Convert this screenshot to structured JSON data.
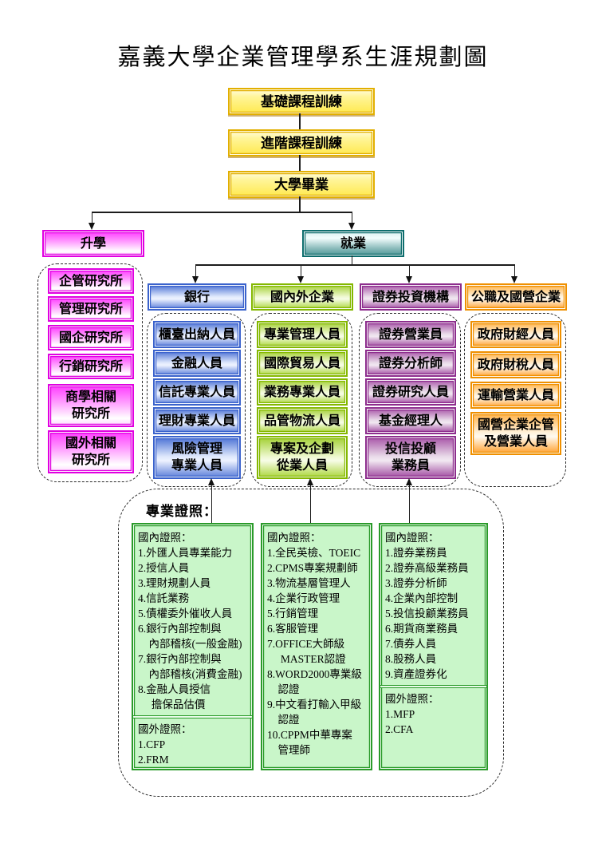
{
  "title": "嘉義大學企業管理學系生涯規劃圖",
  "colors": {
    "yellow_border": "#e2af00",
    "magenta_border": "#e100e1",
    "teal_border": "#0d6d6d",
    "blue_border": "#3a62cc",
    "green_border": "#84b800",
    "purple_border": "#8d2d8d",
    "orange_border": "#ef9000",
    "certificate_green": "#2a9b2a"
  },
  "training_flow": [
    "基礎課程訓練",
    "進階課程訓練",
    "大學畢業"
  ],
  "paths": {
    "further_study": "升學",
    "employment": "就業"
  },
  "further_study_options": [
    "企管研究所",
    "管理研究所",
    "國企研究所",
    "行銷研究所",
    "商學相關\n研究所",
    "國外相關\n研究所"
  ],
  "employment_sectors": [
    {
      "name": "銀行",
      "jobs": [
        "櫃臺出納人員",
        "金融人員",
        "信託專業人員",
        "理財專業人員",
        "風險管理\n專業人員"
      ]
    },
    {
      "name": "國內外企業",
      "jobs": [
        "專業管理人員",
        "國際貿易人員",
        "業務專業人員",
        "品管物流人員",
        "專案及企劃\n從業人員"
      ]
    },
    {
      "name": "證券投資機構",
      "jobs": [
        "證券營業員",
        "證券分析師",
        "證券研究人員",
        "基金經理人",
        "投信投顧\n業務員"
      ]
    },
    {
      "name": "公職及國營企業",
      "jobs": [
        "政府財經人員",
        "政府財稅人員",
        "運輸營業人員",
        "國營企業企管\n及營業人員"
      ]
    }
  ],
  "certificates": {
    "section_label": "專業證照：",
    "boxes": [
      {
        "domestic_title": "國內證照：",
        "domestic": [
          "1.外匯人員專業能力",
          "2.授信人員",
          "3.理財規劃人員",
          "4.信託業務",
          "5.債權委外催收人員",
          "6.銀行內部控制與\n　內部稽核(一般金融)",
          "7.銀行內部控制與\n　內部稽核(消費金融)",
          "8.金融人員授信\n　 擔保品估價"
        ],
        "foreign_title": "國外證照：",
        "foreign": [
          "1.CFP",
          "2.FRM"
        ]
      },
      {
        "domestic_title": "國內證照：",
        "domestic": [
          "1.全民英檢、TOEIC",
          "2.CPMS專案規劃師",
          "3.物流基層管理人",
          "4.企業行政管理",
          "5.行銷管理",
          "6.客服管理",
          "7.OFFICE大師級\n　 MASTER認證",
          "8.WORD2000專業級\n　認證",
          "9.中文看打輸入甲級\n　認證",
          "10.CPPM中華專案\n　管理師"
        ]
      },
      {
        "domestic_title": "國內證照：",
        "domestic": [
          "1.證券業務員",
          "2.證券高級業務員",
          "3.證券分析師",
          "4.企業內部控制",
          "5.投信投顧業務員",
          "6.期貨商業務員",
          "7.債券人員",
          "8.股務人員",
          "9.資產證券化"
        ],
        "foreign_title": "國外證照：",
        "foreign": [
          "1.MFP",
          "2.CFA"
        ]
      }
    ]
  }
}
